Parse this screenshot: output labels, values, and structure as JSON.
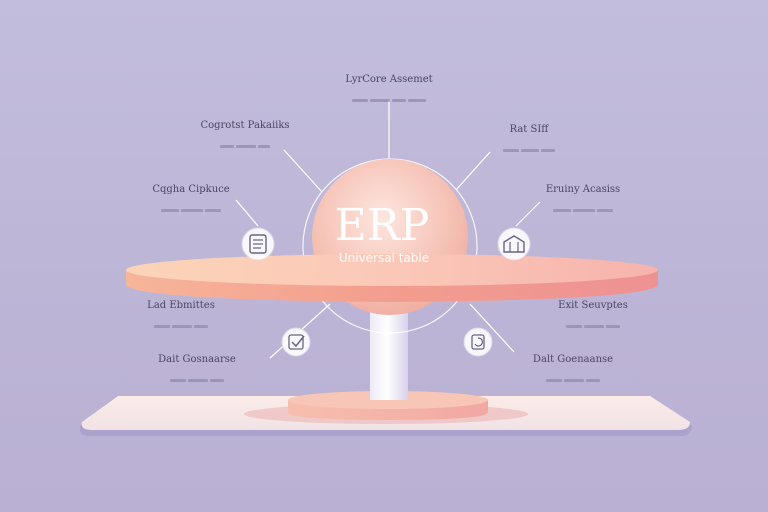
{
  "hub": {
    "title": "ERP",
    "subtitle": "Universal table"
  },
  "labels": [
    {
      "title": "LyrCore Assemet"
    },
    {
      "title": "Cogrotst Pakaiiks"
    },
    {
      "title": "Rat SIff"
    },
    {
      "title": "Cqgha Cipkuce"
    },
    {
      "title": "Eruiny Acasiss"
    },
    {
      "title": "Lad Ebmittes"
    },
    {
      "title": "Exit Seuvptes"
    },
    {
      "title": "Dait Gosnaarse"
    },
    {
      "title": "Dalt Goenaanse"
    }
  ],
  "icons": [
    "notepad-icon",
    "crate-icon",
    "checklist-icon",
    "refresh-document-icon"
  ],
  "colors": {
    "background": "#c3bddd",
    "tabletop": "#f4a9a0",
    "hub": "#f3b8ad",
    "lines": "#ffffff"
  }
}
